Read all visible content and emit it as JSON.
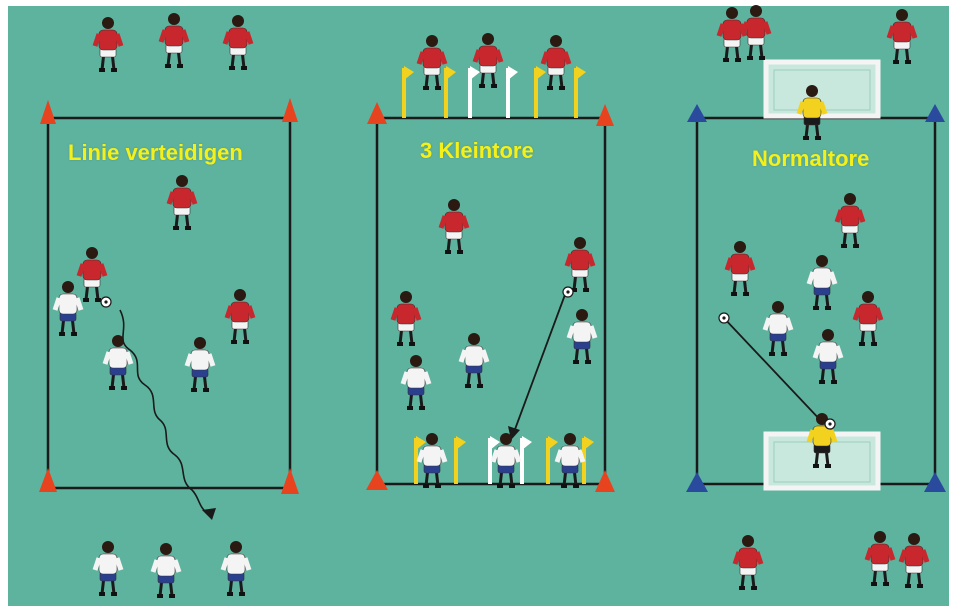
{
  "fields": [
    {
      "title": "Linie verteidigen",
      "cone_color": "#e8431f"
    },
    {
      "title": "3 Kleintore",
      "cone_color": "#e8431f"
    },
    {
      "title": "Normaltore",
      "cone_color": "#2a4a9e"
    }
  ],
  "colors": {
    "pitch": "#5db39e",
    "line": "#1a1a1a",
    "team_red": "#c8282d",
    "team_white": "#f4f4f4",
    "shorts_blue": "#2b3f8f",
    "keeper": "#f2d21e",
    "title": "#f5f019"
  }
}
